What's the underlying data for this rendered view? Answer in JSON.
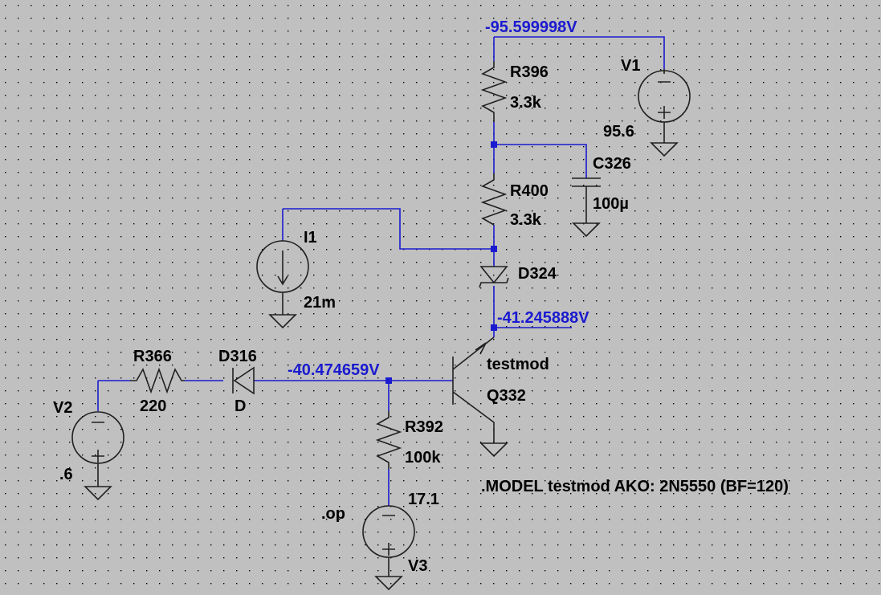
{
  "components": {
    "r396": {
      "name": "R396",
      "value": "3.3k"
    },
    "r400": {
      "name": "R400",
      "value": "3.3k"
    },
    "c326": {
      "name": "C326",
      "value": "100µ"
    },
    "v1": {
      "name": "V1",
      "value": "95.6"
    },
    "i1": {
      "name": "I1",
      "value": "21m"
    },
    "d324": {
      "name": "D324"
    },
    "q332": {
      "name": "Q332",
      "model": "testmod"
    },
    "r366": {
      "name": "R366",
      "value": "220"
    },
    "d316": {
      "name": "D316",
      "model": "D"
    },
    "v2": {
      "name": "V2",
      "value": ".6"
    },
    "r392": {
      "name": "R392",
      "value": "100k"
    },
    "v3": {
      "name": "V3",
      "value": "17.1"
    }
  },
  "node_voltages": {
    "top": "-95.599998V",
    "emitter": "-41.245888V",
    "base": "-40.474659V"
  },
  "directives": {
    "op": ".op",
    "model": ".MODEL testmod AKO: 2N5550 (BF=120)"
  },
  "colors": {
    "background": "#c0c0c0",
    "wire": "#1a1ad0",
    "component": "#202020",
    "grid_dot": "#000000"
  }
}
